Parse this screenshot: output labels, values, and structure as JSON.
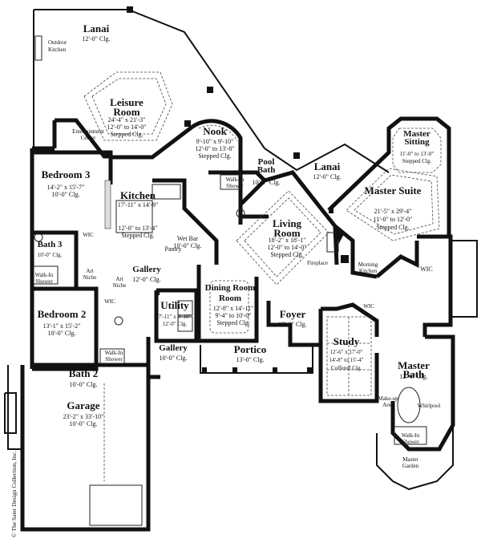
{
  "title": "",
  "rooms": {
    "lanai_top": {
      "name": "Lanai",
      "lines": [
        "12'-0\" Clg."
      ]
    },
    "outdoor_kitchen": {
      "name": "Outdoor Kitchen"
    },
    "leisure": {
      "name": "Leisure Room",
      "lines": [
        "24'-4\" x 21'-3\"",
        "12'-0\" to 14'-0\"",
        "Stepped Clg."
      ]
    },
    "entertainment": {
      "name": "Entertainment Center"
    },
    "nook": {
      "name": "Nook",
      "lines": [
        "9'-10\" x 9'-10\"",
        "12'-0\" to 13'-8\"",
        "Stepped Clg."
      ]
    },
    "pool_bath": {
      "name": "Pool Bath",
      "lines": [
        "10'-0\" Clg."
      ]
    },
    "walkin_shower_pool": {
      "name": "Walk-In Shower"
    },
    "lanai_mid": {
      "name": "Lanai",
      "lines": [
        "12'-0\" Clg."
      ]
    },
    "master_sitting": {
      "name": "Master Sitting",
      "lines": [
        "11'-0\" to 13'-0\"",
        "Stepped Clg."
      ]
    },
    "master_suite": {
      "name": "Master Suite",
      "lines": [
        "21'-5\" x 29'-4\"",
        "11'-0\" to 12'-0\"",
        "Stepped Clg."
      ]
    },
    "bedroom3": {
      "name": "Bedroom 3",
      "lines": [
        "14'-2\" x 15'-7\"",
        "10'-0\" Clg."
      ]
    },
    "kitchen": {
      "name": "Kitchen",
      "lines": [
        "17'-11\" x 14'-9\"",
        "12'-0\" to 13'-4\"",
        "Stepped Clg."
      ]
    },
    "living": {
      "name": "Living Room",
      "lines": [
        "18'-2\" x 18'-1\"",
        "12'-0\" to 14'-0\"",
        "Stepped Clg."
      ]
    },
    "wet_bar": {
      "name": "Wet Bar",
      "lines": [
        "10'-0\" Clg."
      ]
    },
    "pantry": {
      "name": "Pantry"
    },
    "fireplace": {
      "name": "Fireplace"
    },
    "morning_kitchen": {
      "name": "Morning Kitchen"
    },
    "wic_master": {
      "name": "WIC"
    },
    "bath3": {
      "name": "Bath 3",
      "lines": [
        "10'-0\" Clg."
      ]
    },
    "walkin_shower_b3": {
      "name": "Walk-In Shower"
    },
    "wic_b3": {
      "name": "WIC"
    },
    "art_niche_1": {
      "name": "Art Niche"
    },
    "art_niche_2": {
      "name": "Art Niche"
    },
    "gallery_top": {
      "name": "Gallery",
      "lines": [
        "12'-0\" Clg."
      ]
    },
    "bedroom2": {
      "name": "Bedroom 2",
      "lines": [
        "13'-1\" x 15'-2\"",
        "10'-0\" Clg."
      ]
    },
    "wic_b2": {
      "name": "WIC"
    },
    "utility": {
      "name": "Utility",
      "lines": [
        "7'-11\" x 8'-10\"",
        "12'-0\" Clg."
      ]
    },
    "dining": {
      "name": "Dining Room",
      "lines": [
        "12'-8\" x 14'-11\"",
        "9'-4\" to 10'-0\"",
        "Stepped Clg."
      ]
    },
    "foyer": {
      "name": "Foyer",
      "lines": [
        "13'-0\" Clg."
      ]
    },
    "wic_study": {
      "name": "WIC"
    },
    "study": {
      "name": "Study",
      "lines": [
        "12'-6\" x 17'-0\"",
        "14'-8\" to 15'-4\"",
        "Coffered Clg."
      ]
    },
    "gallery_bottom": {
      "name": "Gallery",
      "lines": [
        "10'-0\" Clg."
      ]
    },
    "walkin_shower_b2": {
      "name": "Walk-In Shower"
    },
    "portico": {
      "name": "Portico",
      "lines": [
        "13'-0\" Clg."
      ]
    },
    "master_bath": {
      "name": "Master Bath",
      "lines": [
        "12'-0\" Clg."
      ]
    },
    "bath2": {
      "name": "Bath 2",
      "lines": [
        "10'-0\" Clg."
      ]
    },
    "garage": {
      "name": "Garage",
      "lines": [
        "23'-2\" x 33'-10\"",
        "10'-0\" Clg."
      ]
    },
    "makeup": {
      "name": "Make-up Area"
    },
    "whirlpool": {
      "name": "Whirlpool"
    },
    "walkin_shower_master": {
      "name": "Walk-In Shower"
    },
    "master_garden": {
      "name": "Master Garden"
    }
  },
  "copyright": "© The Sater Design Collection, Inc."
}
